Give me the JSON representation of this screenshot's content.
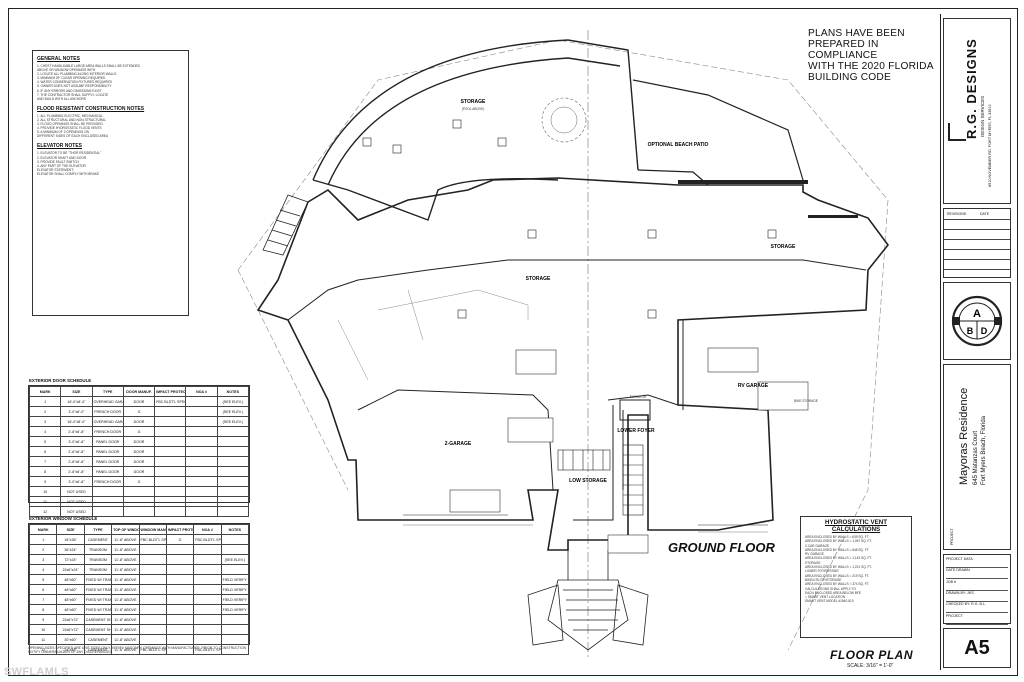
{
  "plans_note": [
    "PLANS HAVE BEEN",
    "PREPARED IN COMPLIANCE",
    "WITH THE 2020 FLORIDA",
    "BUILDING CODE"
  ],
  "general_notes": {
    "title": "GENERAL NOTES",
    "lines": [
      "1. CHEST HANDLEABLE LARGE AREA WALLS SHALL BE EXTENDED",
      "   ABOVE OR WINDOW OPENINGS WITH",
      "2. LOCATE ALL PLUMBING ALONG INTERIOR WALLS",
      "3. MINIMUM 29\" CLEAR OPENING REQUIRED",
      "4. WATER CONSERVATION FIXTURES REQUIRED",
      "5. OWNER DOES NOT ASSUME RESPONSIBILITY",
      "6. IF ANY ERRORS AND OMISSIONS EXIST",
      "7. THE CONTRACTOR SHALL SUPPLY, LOCATE",
      "   AND BUILD WITH ALL ANCHORS"
    ]
  },
  "flood_notes": {
    "title": "FLOOD RESISTANT CONSTRUCTION NOTES",
    "lines": [
      "1. ALL PLUMBING ELECTRIC, MECHANICAL",
      "2. ALL STRUCTURAL AND NON-STRUCTURAL",
      "3. FLOOD OPENINGS SHALL BE PROVIDED",
      "4. PROVIDE HYDROSTATIC FLOOD VENTS",
      "5. A MINIMUM OF 2 OPENINGS ON",
      "   DIFFERENT SIDES OF EACH ENCLOSED AREA"
    ]
  },
  "elevator_notes": {
    "title": "ELEVATOR NOTES",
    "lines": [
      "1. ELEVATOR TO BE \"THOR RESIDENTIAL\"",
      "2. ELEVATOR SHAFT AND DOOR",
      "3. PROVIDE FAULT SWITCH",
      "4. ANY PART OF THE ELEVATOR",
      "ELEVATOR STATEMENT:",
      "ELEVATOR SHALL COMPLY WITH BRAKE"
    ]
  },
  "door_schedule": {
    "title": "EXTERIOR DOOR SCHEDULE",
    "headers": [
      "MARK",
      "SIZE",
      "TYPE",
      "DOOR MANUF.",
      "IMPACT PROTECTION",
      "NOA #",
      "NOTES"
    ],
    "rows": [
      [
        "1",
        "16'-0\"x8'-0\"",
        "OVERHEAD GARAGE DOOR",
        "DOOR",
        "FBC BLDT'L SPECS.",
        "",
        "(SEE ELEV.)"
      ],
      [
        "2",
        "3'-0\"x8'-0\"",
        "FRENCH DOOR",
        "G",
        "",
        "",
        "(SEE ELEV.)"
      ],
      [
        "3",
        "16'-0\"x8'-0\"",
        "OVERHEAD GARAGE DOOR",
        "DOOR",
        "",
        "",
        "(SEE ELEV.)"
      ],
      [
        "4",
        "2'-8\"x6'-8\"",
        "FRENCH DOOR",
        "G",
        "",
        "",
        ""
      ],
      [
        "5",
        "3'-0\"x6'-8\"",
        "PANEL DOOR",
        "DOOR",
        "",
        "",
        ""
      ],
      [
        "6",
        "2'-8\"x6'-8\"",
        "PANEL DOOR",
        "DOOR",
        "",
        "",
        ""
      ],
      [
        "7",
        "2'-8\"x6'-8\"",
        "PANEL DOOR",
        "DOOR",
        "",
        "",
        ""
      ],
      [
        "8",
        "2'-8\"x6'-8\"",
        "PANEL DOOR",
        "DOOR",
        "",
        "",
        ""
      ],
      [
        "9",
        "3'-0\"x6'-8\"",
        "FRENCH DOOR",
        "G",
        "",
        "",
        ""
      ],
      [
        "10",
        "NOT USED",
        "",
        "",
        "",
        "",
        ""
      ],
      [
        "11",
        "NOT USED",
        "",
        "",
        "",
        "",
        ""
      ],
      [
        "12",
        "NOT USED",
        "",
        "",
        "",
        "",
        ""
      ]
    ]
  },
  "window_schedule": {
    "title": "EXTERIOR WINDOW SCHEDULE",
    "headers": [
      "MARK",
      "SIZE",
      "TYPE",
      "TOP OF WINDOW",
      "WINDOW MANUF.",
      "IMPACT PROTECTION",
      "NOA #",
      "NOTES"
    ],
    "rows": [
      [
        "1",
        "18\"x36\"",
        "CASEMENT",
        "11'-8\" ABOVE",
        "FBC BLDT'L SPECS.",
        "G",
        "FBC BLDT'L SPECS.",
        ""
      ],
      [
        "2",
        "36\"x24\"",
        "TRANSOM",
        "11'-8\" ABOVE",
        "",
        "",
        "",
        ""
      ],
      [
        "3",
        "72\"x24\"",
        "TRANSOM",
        "11'-8\" ABOVE",
        "",
        "",
        "",
        "(SEE ELEV.)"
      ],
      [
        "4",
        "22x6\"x24\"",
        "TRANSOM",
        "11'-8\" ABOVE",
        "",
        "",
        "",
        ""
      ],
      [
        "5",
        "48\"x60\"",
        "FIXED W/ TRANSOM",
        "11'-8\" ABOVE",
        "",
        "",
        "",
        "FIELD VERIFY SIZE"
      ],
      [
        "6",
        "48\"x60\"",
        "FIXED W/ TRANSOM",
        "11'-8\" ABOVE",
        "",
        "",
        "",
        "FIELD VERIFY SIZE"
      ],
      [
        "7",
        "48\"x60\"",
        "FIXED W/ TRANSOM",
        "11'-8\" ABOVE",
        "",
        "",
        "",
        "FIELD VERIFY SIZE"
      ],
      [
        "8",
        "48\"x60\"",
        "FIXED W/ TRANSOM",
        "11'-8\" ABOVE",
        "",
        "",
        "",
        "FIELD VERIFY SIZE"
      ],
      [
        "9",
        "22x6\"x72\"",
        "CASEMENT SH",
        "11'-8\" ABOVE",
        "",
        "",
        "",
        ""
      ],
      [
        "10",
        "22x6\"x72\"",
        "CASEMENT SH",
        "11'-8\" ABOVE",
        "",
        "",
        "",
        ""
      ],
      [
        "11",
        "30\"x60\"",
        "CASEMENT",
        "11'-8\" ABOVE",
        "",
        "",
        "",
        ""
      ],
      [
        "12",
        "24\"x48\"",
        "CASEMENT",
        "11'-8\" ABOVE",
        "FBC BLDT'L SPECS.",
        "",
        "FBC BLDT'L SPECS.",
        ""
      ]
    ],
    "footnote": "OPENING SIZES SPECIFIED ARE UNIT SIZES ONLY, VERIFY MASONRY OPENINGS WITH MANUFACTURER. PRIOR TO CONSTRUCTION NOTIFY OWNER/BUILDER OF ANY DISCREPANCIES"
  },
  "rooms": {
    "storage_top": "STORAGE",
    "storage_top_sub": "(POOL ABOVE)",
    "beach_patio": "OPTIONAL BEACH PATIO",
    "storage_right": "STORAGE",
    "storage_mid": "STORAGE",
    "rv_garage": "RV GARAGE",
    "garage2": "2-GARAGE",
    "lower_foyer": "LOWER FOYER",
    "low_storage": "LOW STORAGE",
    "bike_storage": "BIKE STORAGE",
    "elevator": "ELEVATOR"
  },
  "ground_floor_label": "GROUND FLOOR",
  "floor_plan_label": "FLOOR PLAN",
  "scale": "SCALE:  3/16\" = 1'-0\"",
  "hydrostatic": {
    "title": "HYDROSTATIC VENT CALCULATIONS",
    "lines": [
      "AREA ENCLOSED BY WALLS = 639 SQ. FT.",
      "AREA ENCLOSED BY WALLS = 1,057 SQ. FT.",
      "2-CAR GARAGE",
      "AREA ENCLOSED BY WALLS = 648 SQ. FT.",
      "RV GARAGE",
      "AREA ENCLOSED BY WALLS = 1,143 SQ. FT.",
      "STORAGE",
      "AREA ENCLOSED BY WALLS = 1,221 SQ. FT.",
      "LOWER FOYER/STAIR",
      "AREA ENCLOSED BY WALLS = 219 SQ. FT.",
      "BIKE/UTILITY/STORAGE",
      "AREA ENCLOSED BY WALLS = 374 SQ. FT.",
      "CALCULATIONS SHALL APPLY TO",
      "EACH ENCLOSED AREA BELOW BFE",
      "= SMART VENT LOCATION",
      "SMART VENT MODEL #1540-510"
    ]
  },
  "title_block": {
    "firm_name": "R.G. DESIGNS",
    "firm_sub": "DESIGN SERVICES",
    "firm_address": "8910 NOVEMBER RD. FORT MYERS, FL 33912",
    "seal_letters": [
      "A",
      "B",
      "D"
    ],
    "project_label": "PROJECT",
    "project_name": "Mayoras Residence",
    "project_address": "645 Matanzas Court",
    "project_city": "Fort Myers Beach, Florida",
    "sheet": "A5",
    "rev_label": "REVISIONS",
    "date_label": "DATE",
    "info_rows": [
      "PROJECT DATA",
      "DATE DRAWN",
      "JOB #",
      "DRAWN BY: JKS",
      "CHECKED BY: R.G. B.L.",
      "PROJECT"
    ]
  },
  "watermark": "SWFLAMLS",
  "colors": {
    "ink": "#222222",
    "light_ink": "#888888",
    "paper": "#ffffff"
  }
}
